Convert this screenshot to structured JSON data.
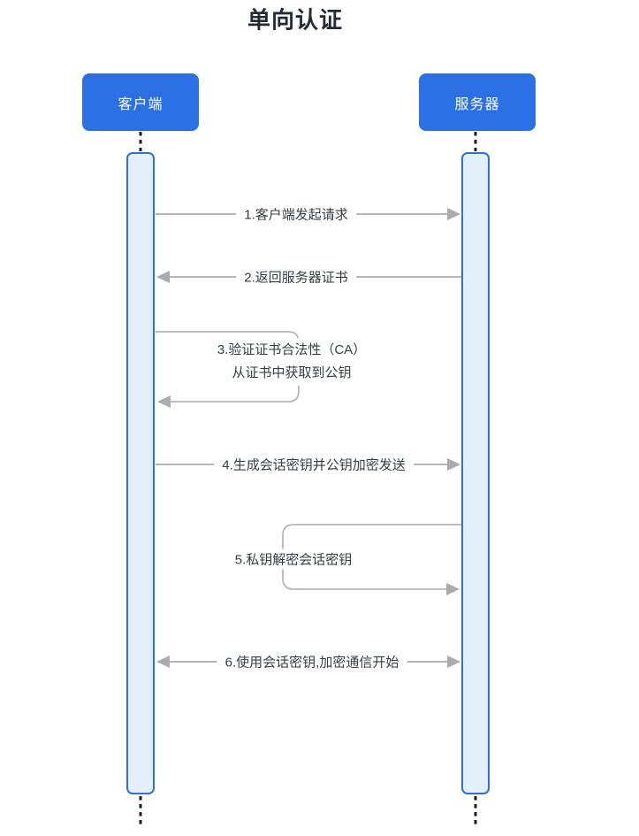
{
  "title": "单向认证",
  "actors": [
    {
      "id": "client",
      "label": "客户端"
    },
    {
      "id": "server",
      "label": "服务器"
    }
  ],
  "messages": [
    {
      "num": 1,
      "label": "1.客户端发起请求",
      "from": "client",
      "to": "server",
      "arrow": "right"
    },
    {
      "num": 2,
      "label": "2.返回服务器证书",
      "from": "server",
      "to": "client",
      "arrow": "left"
    },
    {
      "num": 3,
      "label_line1": "3.验证证书合法性（CA）",
      "label_line2": "从证书中获取到公钥",
      "type": "self-loop",
      "actor": "client"
    },
    {
      "num": 4,
      "label": "4.生成会话密钥并公钥加密发送",
      "from": "client",
      "to": "server",
      "arrow": "right"
    },
    {
      "num": 5,
      "label": "5.私钥解密会话密钥",
      "type": "self-loop",
      "actor": "server"
    },
    {
      "num": 6,
      "label": "6.使用会话密钥,加密通信开始",
      "from": "client",
      "to": "server",
      "arrow": "both"
    }
  ],
  "colors": {
    "actor-fill": "#2b70e4",
    "actor-text": "#ffffff",
    "bar-fill": "#e4effc",
    "bar-border": "#2f70e0",
    "wire": "#b4b6ba",
    "arrowhead": "#a9abb0",
    "lifeline": "#1b1b1b",
    "msg-text": "#363c44",
    "title-text": "#262b33",
    "page-bg": "#ffffff"
  }
}
